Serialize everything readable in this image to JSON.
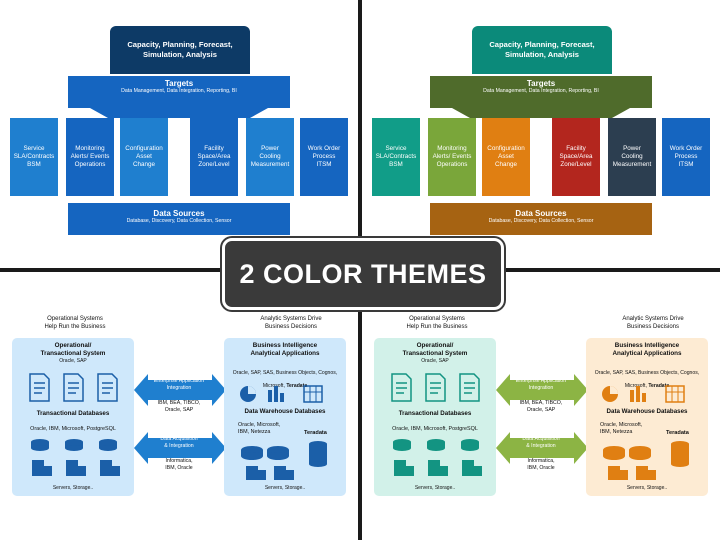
{
  "banner": {
    "title": "2 COLOR THEMES"
  },
  "themes": {
    "blue": {
      "dark": "#0d3a66",
      "main": "#1565c0",
      "mid": "#1f7fcf",
      "light": "#cfe8fb",
      "icon": "#1b5fa8"
    },
    "multi": {
      "cap": "#0b8a7a",
      "targets": "#4f6b2b",
      "sources": "#a66312",
      "panel_left": "#d2f1e9",
      "panel_right": "#fdebd3",
      "arrow": "#8cb444",
      "cols": [
        "#119d88",
        "#7aa63a",
        "#e07f12",
        "#b3261e",
        "#2c3e50",
        "#1565c0"
      ],
      "icon_left": "#139482",
      "icon_right": "#e07f12"
    }
  },
  "top_diagram": {
    "capacity": "Capacity, Planning, Forecast,\nSimulation, Analysis",
    "targets_title": "Targets",
    "targets_sub": "Data Management, Data Integration, Reporting, BI",
    "sources_title": "Data Sources",
    "sources_sub": "Database, Discovery, Data Collection, Sensor",
    "columns": [
      "Service\nSLA/Contracts\nBSM",
      "Monitoring\nAlerts/ Events\nOperations",
      "Configuration\nAsset\nChange",
      "Facility\nSpace/Area\nZone/Level",
      "Power\nCooling\nMeasurement",
      "Work Order\nProcess\nITSM"
    ]
  },
  "bottom_diagram": {
    "left_header": "Operational Systems\nHelp Run the Business",
    "right_header": "Analytic Systems Drive\nBusiness Decisions",
    "left_panel": {
      "title": "Operational/\nTransactional System",
      "sub": "Oracle, SAP",
      "db_title": "Transactional Databases",
      "db_vendors": "Oracle, IBM, Microsoft, PostgreSQL",
      "footer": "Servers, Storage.."
    },
    "right_panel": {
      "title": "Business Intelligence\nAnalytical Applications",
      "vendors_line1": "Oracle, SAP, SAS, Business Objects, Cognos,",
      "vendors_line2_plain": "Microsoft, ",
      "vendors_line2_bold": "Teradata",
      "dw_title": "Data Warehouse Databases",
      "dw_vendors": "Oracle, Microsoft,\nIBM, Netezza",
      "teradata": "Teradata",
      "footer": "Servers, Storage.."
    },
    "arrow1": {
      "label": "Enterprise Application\nIntegration",
      "vendors": "IBM, BEA, TIBCO,\nOracle, SAP"
    },
    "arrow2": {
      "label": "Data Acquisition\n& Integration",
      "vendors": "Informatica,\nIBM, Oracle"
    }
  }
}
